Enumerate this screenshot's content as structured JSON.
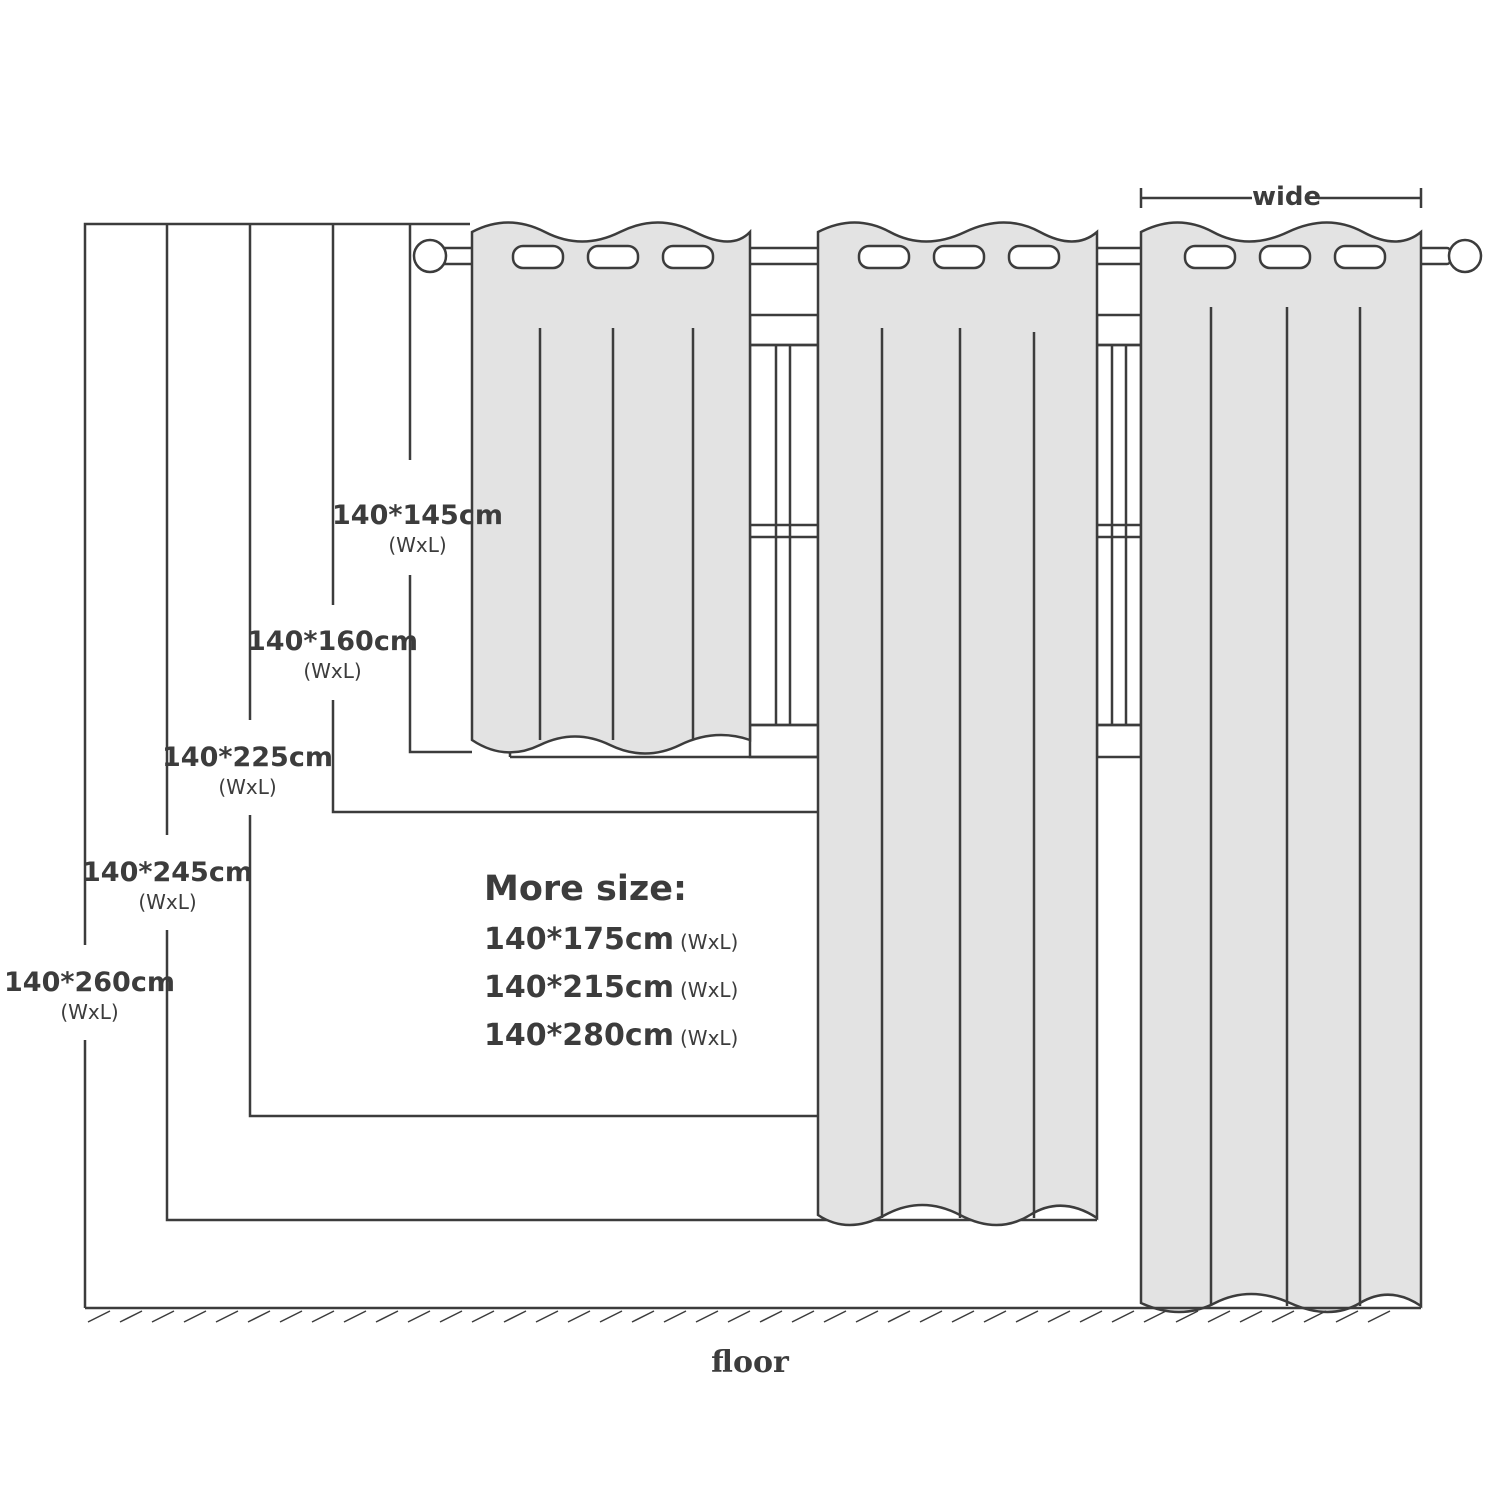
{
  "sizes": [
    {
      "main": "140*145cm",
      "sub": "(WxL)"
    },
    {
      "main": "140*160cm",
      "sub": "(WxL)"
    },
    {
      "main": "140*225cm",
      "sub": "(WxL)"
    },
    {
      "main": "140*245cm",
      "sub": "(WxL)"
    },
    {
      "main": "140*260cm",
      "sub": "(WxL)"
    }
  ],
  "more_size": {
    "title": "More size:",
    "items": [
      {
        "size": "140*175cm",
        "unit": "(WxL)"
      },
      {
        "size": "140*215cm",
        "unit": "(WxL)"
      },
      {
        "size": "140*280cm",
        "unit": "(WxL)"
      }
    ]
  },
  "wide_label": "wide",
  "floor_label": "floor",
  "colors": {
    "stroke": "#3c3c3c",
    "curtain_fill": "#e3e3e3",
    "background": "#ffffff"
  }
}
